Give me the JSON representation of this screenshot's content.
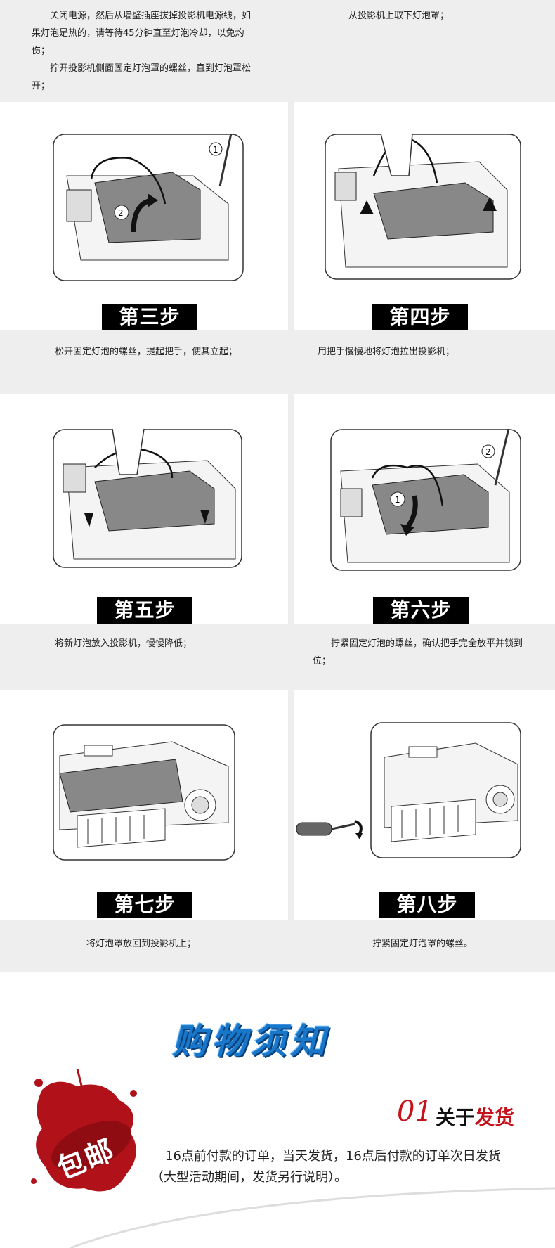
{
  "top": {
    "left_para1": "关闭电源，然后从墙壁插座拔掉投影机电源线，如果灯泡是热的，请等待45分钟直至灯泡冷却，以免灼伤；",
    "left_para2": "拧开投影机侧面固定灯泡罩的螺丝，直到灯泡罩松开；",
    "right_para": "从投影机上取下灯泡罩；"
  },
  "steps": [
    {
      "label": "第三步",
      "caption": "松开固定灯泡的螺丝，提起把手，使其立起；"
    },
    {
      "label": "第四步",
      "caption": "用把手慢慢地将灯泡拉出投影机；"
    },
    {
      "label": "第五步",
      "caption": "将新灯泡放入投影机，慢慢降低；"
    },
    {
      "label": "第六步",
      "caption": "拧紧固定灯泡的螺丝，确认把手完全放平并锁到位；"
    },
    {
      "label": "第七步",
      "caption": "将灯泡罩放回到投影机上；"
    },
    {
      "label": "第八步",
      "caption": "拧紧固定灯泡罩的螺丝。"
    }
  ],
  "shopping": {
    "title": "购物须知",
    "stamp_text": "包邮",
    "section_number": "01",
    "section_title_prefix": "关于",
    "section_title_highlight": "发货",
    "notice_line1": "16点前付款的订单，当天发货，16点后付款的订单次日发货",
    "notice_line2": "（大型活动期间，发货另行说明）。"
  },
  "colors": {
    "band": "#eeeeee",
    "accent_red": "#c6121a",
    "title_blue": "#1877c9"
  }
}
